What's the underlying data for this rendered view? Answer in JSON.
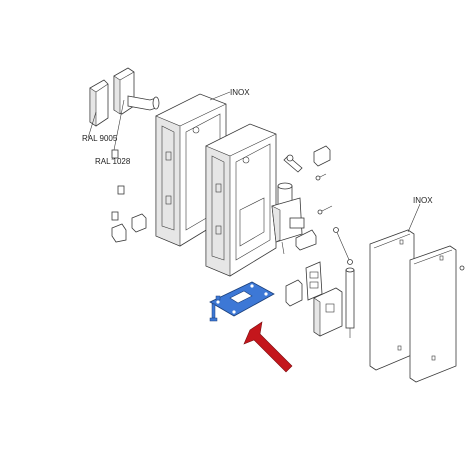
{
  "labels": {
    "ral_9005": "RAL 9005",
    "ral_1028": "RAL 1028",
    "inox_top": "INOX",
    "inox_right": "INOX"
  },
  "colors": {
    "highlight_plate": "#3d78d6",
    "arrow": "#c4161c",
    "line": "#3a3a3a"
  },
  "icons": {
    "pointer": "arrow-icon"
  }
}
